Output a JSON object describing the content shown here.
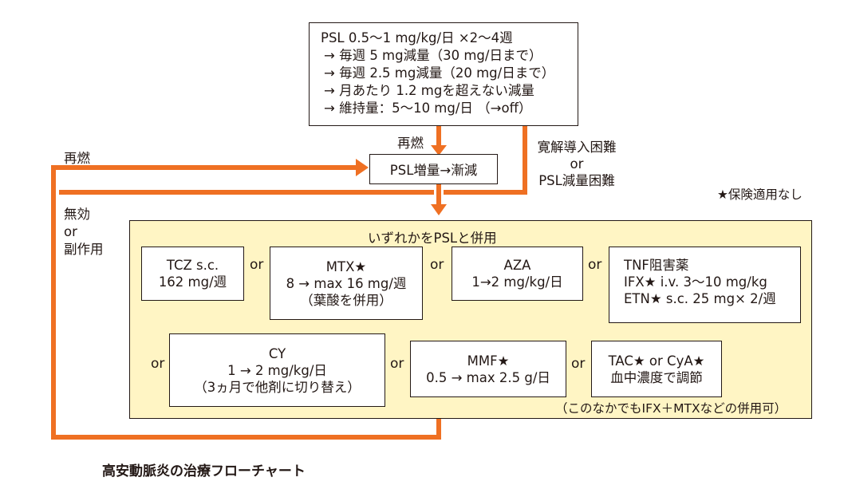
{
  "colors": {
    "arrow": "#ef7023",
    "panel_fill": "#fff5c4",
    "text": "#231815"
  },
  "top_box": {
    "lines": [
      "PSL 0.5〜1 mg/kg/日 ×2〜4週",
      "→ 毎週 5 mg減量（30 mg/日まで）",
      "→ 毎週 2.5 mg減量（20 mg/日まで）",
      "→ 月あたり 1.2 mgを超えない減量",
      "→ 維持量：5〜10 mg/日 （→off）"
    ]
  },
  "labels": {
    "relapse_left": "再燃",
    "relapse_mid": "再燃",
    "remission_1": "寛解導入困難",
    "remission_or": "or",
    "remission_2": "PSL減量困難",
    "invalid_1": "無効",
    "invalid_or": "or",
    "invalid_2": "副作用",
    "insurance_note": "★保険適用なし"
  },
  "psl_box": "PSL増量→漸減",
  "panel": {
    "header": "いずれかをPSLと併用",
    "footer": "（このなかでもIFX＋MTXなどの併用可）",
    "or_word": "or",
    "row1": [
      {
        "lines": [
          "TCZ s.c.",
          "162 mg/週"
        ]
      },
      {
        "lines": [
          "MTX★",
          "8 → max 16 mg/週",
          "（葉酸を併用）"
        ]
      },
      {
        "lines": [
          "AZA",
          "1→2 mg/kg/日"
        ]
      },
      {
        "lines": [
          "TNF阻害薬",
          "IFX★ i.v. 3〜10 mg/kg",
          "ETN★ s.c. 25 mg× 2/週"
        ]
      }
    ],
    "row2": [
      {
        "lines": [
          "CY",
          "1 → 2 mg/kg/日",
          "（3ヵ月で他剤に切り替え）"
        ]
      },
      {
        "lines": [
          "MMF★",
          "0.5 → max 2.5 g/日"
        ]
      },
      {
        "lines": [
          "TAC★ or CyA★",
          "血中濃度で調節"
        ]
      }
    ]
  },
  "caption": "高安動脈炎の治療フローチャート"
}
